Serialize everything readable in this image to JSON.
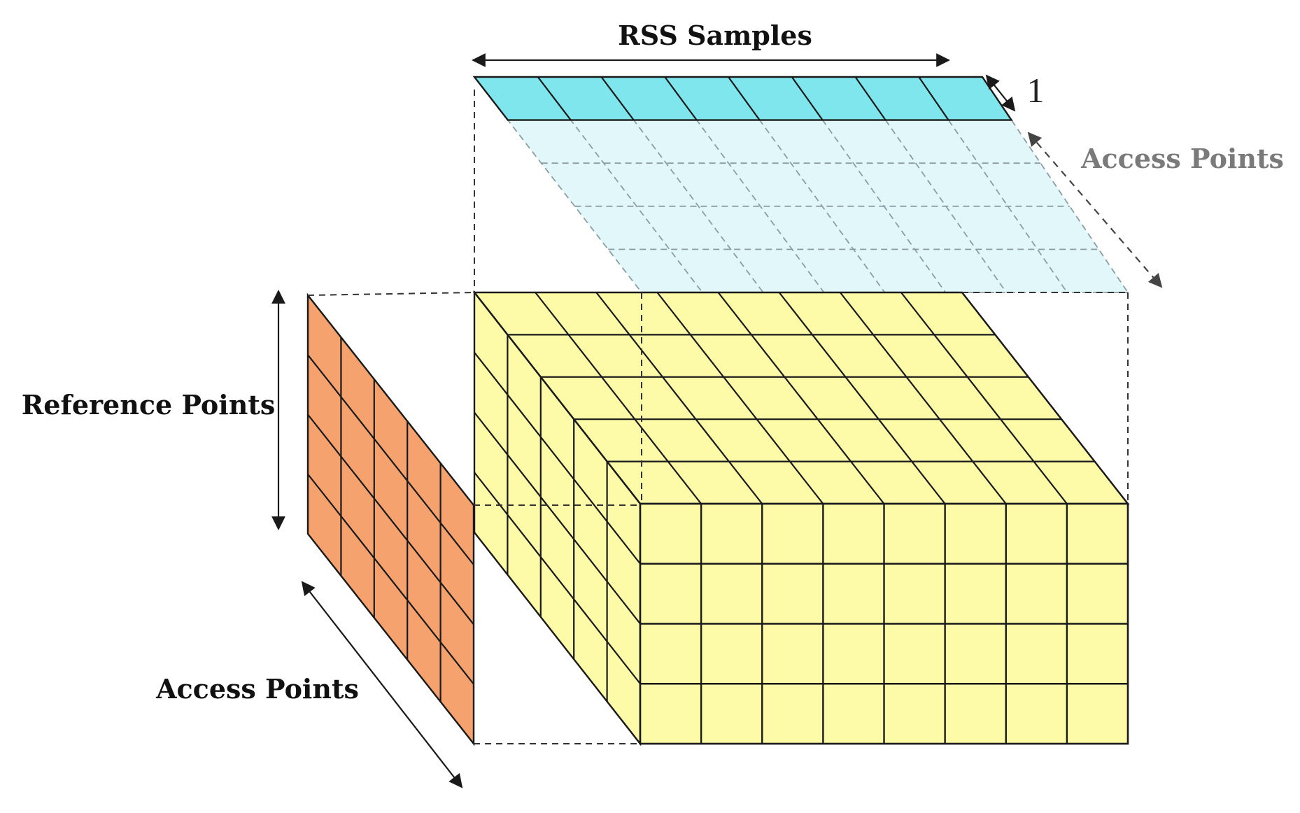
{
  "labels": {
    "rss_samples": "RSS Samples",
    "one": "1",
    "access_points_top": "Access Points",
    "reference_points": "Reference Points",
    "access_points_bottom": "Access Points"
  },
  "grid": {
    "rss_samples_count": 8,
    "access_points_count": 5,
    "reference_points_count": 4
  },
  "colors": {
    "cube_fill": "#fdfaa8",
    "rss_slice_fill": "#7fe6ee",
    "ap_plane_fill": "#e2f7fa",
    "rp_slice_fill": "#f5a26f",
    "stroke": "#1a1a1a",
    "dashed": "#333333",
    "ap_plane_grid": "#8c9ea3"
  }
}
